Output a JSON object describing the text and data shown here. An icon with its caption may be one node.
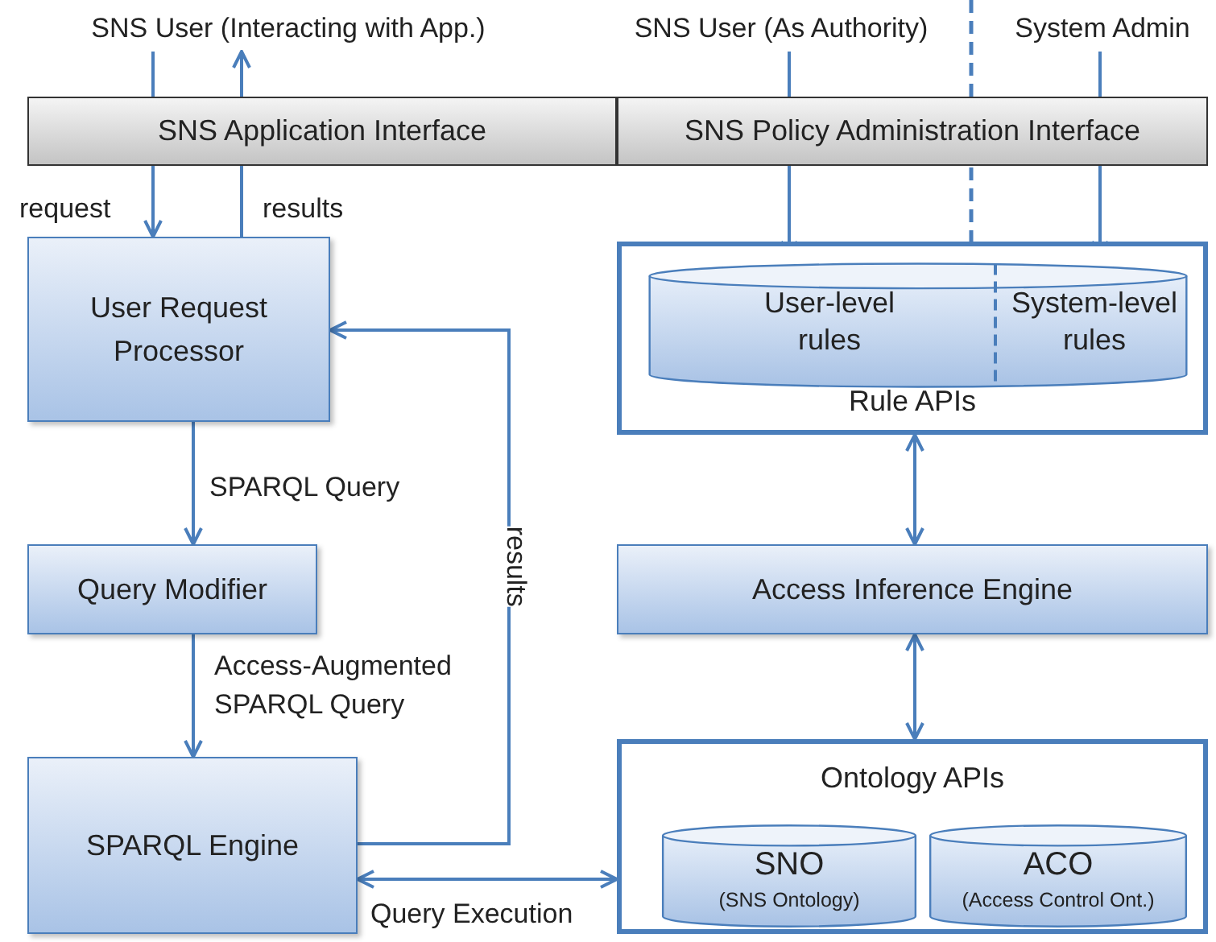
{
  "diagram": {
    "nodes": [
      {
        "text": [
          "SNS User (Interacting with App.)"
        ]
      },
      {
        "text": [
          "SNS User (As Authority)"
        ]
      },
      {
        "text": [
          "System Admin"
        ]
      },
      {
        "text": [
          "SNS Application Interface"
        ]
      },
      {
        "text": [
          "SNS Policy Administration Interface"
        ]
      },
      {
        "text": [
          "User Request Processor"
        ]
      },
      {
        "text": [
          "Rule APIs"
        ]
      },
      {
        "text": [
          "User-level rules",
          "System-level rules"
        ],
        "in": 6
      },
      {
        "text": [
          "Query Modifier"
        ]
      },
      {
        "text": [
          "Access Inference Engine"
        ]
      },
      {
        "text": [
          "SPARQL Engine"
        ]
      },
      {
        "text": [
          "Ontology APIs"
        ]
      },
      {
        "text": [
          "SNO",
          "(SNS Ontology)"
        ],
        "in": 11
      },
      {
        "text": [
          "ACO",
          "(Access Control Ont.)"
        ],
        "in": 11
      }
    ],
    "edges": [
      {
        "from": 0,
        "to": 3,
        "arrow": "none"
      },
      {
        "from": 3,
        "to": 5,
        "arrow": "to",
        "label": "request"
      },
      {
        "from": 5,
        "to": 3,
        "arrow": "none",
        "label": "results"
      },
      {
        "from": 3,
        "to": 0,
        "arrow": "to"
      },
      {
        "from": 1,
        "to": 4,
        "arrow": "none"
      },
      {
        "from": 4,
        "to": 7,
        "arrow": "to"
      },
      {
        "from": 2,
        "to": 4,
        "arrow": "none"
      },
      {
        "from": 4,
        "to": 7,
        "arrow": "to"
      },
      {
        "from": 5,
        "to": 8,
        "arrow": "to",
        "label": "SPARQL Query"
      },
      {
        "from": 8,
        "to": 10,
        "arrow": "to",
        "label": "Access-Augmented SPARQL Query"
      },
      {
        "from": 10,
        "to": 5,
        "arrow": "to",
        "label": "results"
      },
      {
        "from": 6,
        "to": 9,
        "arrow": "both"
      },
      {
        "from": 9,
        "to": 11,
        "arrow": "both"
      },
      {
        "from": 10,
        "to": 11,
        "arrow": "both",
        "label": "Query Execution"
      }
    ]
  }
}
